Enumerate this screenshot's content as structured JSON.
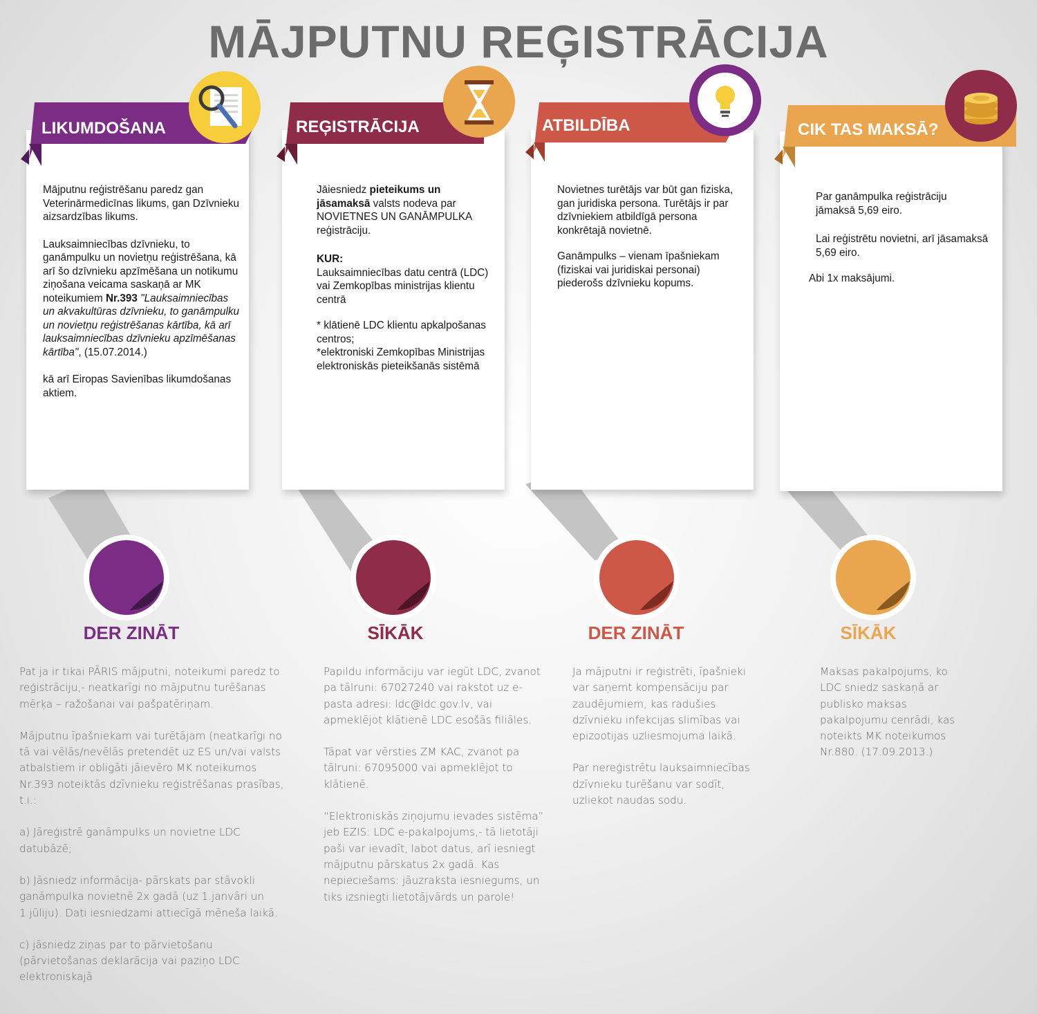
{
  "title": "MĀJPUTNU REĢISTRĀCIJA",
  "colors": {
    "purple": "#7b2d86",
    "wine": "#8f2c4a",
    "coral": "#cd5848",
    "orange": "#eaa64f",
    "title": "#6c6c6c"
  },
  "columns": [
    {
      "heading": "LIKUMDOŠANA",
      "icon": "magnifier-document-icon",
      "card": {
        "p1": "Mājputnu reģistrēšanu paredz gan Veterinārmedicīnas likums, gan Dzīvnieku aizsardzības likums.",
        "p2_a": "Lauksaimniecības dzīvnieku, to ganāmpulku un novietņu reģistrēšana, kā arī šo dzīvnieku apzīmēšana un notikumu ziņošana veicama saskaņā ar MK noteikumiem ",
        "p2_bold": "Nr.393",
        "p2_italic": "\"Lauksaimniecības un akvakultūras dzīvnieku, to ganāmpulku un novietņu reģistrēšanas kārtība, kā arī lauksaimniecības dzīvnieku apzīmēšanas kārtība\"",
        "p2_end": ", (15.07.2014.)",
        "p3": "kā arī Eiropas Savienības likumdošanas aktiem."
      },
      "bottom_title": "DER ZINĀT",
      "bottom": [
        "Pat ja ir tikai PĀRIS mājputni, noteikumi paredz to reģistrāciju,- neatkarīgi no mājputnu turēšanas mērķa – ražošanai vai pašpatēriņam.",
        "Mājputnu īpašniekam vai turētājam (neatkarīgi no tā vai vēlās/nevēlās pretendēt uz ES un/vai valsts atbalstiem ir obligāti jāievēro MK noteikumos Nr.393 noteiktās dzīvnieku reģistrēšanas prasības, t.i.:",
        "a) Jāreģistrē ganāmpulks un novietne LDC datubāzē;",
        "b) Jāsniedz informācija- pārskats par stāvokli ganāmpulka novietnē 2x gadā (uz 1.janvāri un 1.jūliju). Dati iesniedzami attiecīgā mēneša laikā.",
        "c) jāsniedz ziņas par to pārvietošanu (pārvietošanas deklarācija vai paziņo LDC elektroniskajā"
      ]
    },
    {
      "heading": "REĢISTRĀCIJA",
      "icon": "hourglass-icon",
      "card": {
        "p1_a": "Jāiesniedz ",
        "p1_bold1": "pieteikums un jāsamaksā",
        "p1_b": " valsts nodeva par NOVIETNES UN GANĀMPULKA reģistrāciju.",
        "kur": "KUR:",
        "p2": "Lauksaimniecības datu centrā (LDC) vai Zemkopības ministrijas klientu centrā",
        "p3": "* klātienē LDC klientu apkalpošanas centros;",
        "p4": "*elektroniski Zemkopības Ministrijas elektroniskās pieteikšanās sistēmā"
      },
      "bottom_title": "SĪKĀK",
      "bottom": [
        "Papildu informāciju var iegūt LDC, zvanot pa tālruni: 67027240 vai rakstot uz e-pasta adresi: ldc@ldc.gov.lv, vai apmeklējot klātienē LDC esošās filiāles.",
        "Tāpat var vērsties ZM KAC, zvanot pa tālruni: 67095000 vai apmeklējot to klātienē.",
        "“Elektroniskās ziņojumu ievades sistēma” jeb EZIS:  LDC e-pakalpojums,- tā lietotāji paši var ievadīt, labot datus, arī iesniegt mājputnu pārskatus 2x gadā. Kas nepieciešams: jāuzraksta iesniegums, un tiks izsniegti lietotājvārds un parole!"
      ]
    },
    {
      "heading": "ATBILDĪBA",
      "icon": "lightbulb-icon",
      "card": {
        "p1": "Novietnes turētājs var būt gan fiziska, gan juridiska persona. Turētājs ir par dzīvniekiem atbildīgā persona konkrētajā novietnē.",
        "p2": "Ganāmpulks – vienam īpašniekam (fiziskai vai juridiskai personai) piederošs dzīvnieku kopums."
      },
      "bottom_title": "DER ZINĀT",
      "bottom": [
        "Ja mājputni ir reģistrēti, īpašnieki var saņemt kompensāciju par zaudējumiem, kas radušies dzīvnieku infekcijas slimības vai epizootijas uzliesmojuma laikā.",
        "Par nereģistrētu lauksaimniecības dzīvnieku turēšanu var sodīt, uzliekot naudas sodu."
      ]
    },
    {
      "heading": "CIK TAS MAKSĀ?",
      "icon": "coins-icon",
      "card": {
        "p1": "Par ganāmpulka reģistrāciju jāmaksā 5,69 eiro.",
        "p2": "Lai reģistrētu novietni, arī jāsamaksā 5,69 eiro.",
        "p3": "Abi 1x maksājumi."
      },
      "bottom_title": "SĪKĀK",
      "bottom": [
        "Maksas pakalpojums, ko LDC sniedz saskaņā ar publisko maksas pakalpojumu cenrādi, kas noteikts MK noteikumos Nr.880. (17.09.2013.)"
      ]
    }
  ]
}
